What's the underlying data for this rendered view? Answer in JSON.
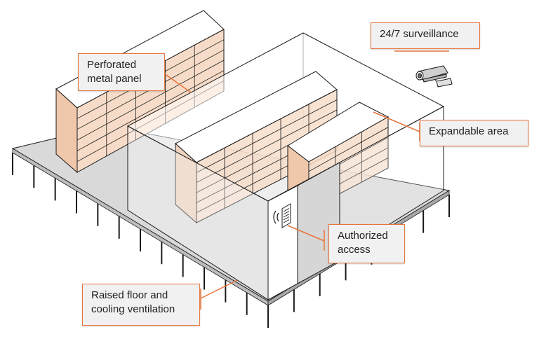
{
  "callouts": {
    "perforated": {
      "line1": "Perforated",
      "line2": "metal panel"
    },
    "surveillance": {
      "line1": "24/7 surveillance"
    },
    "expandable": {
      "line1": "Expandable area"
    },
    "authorized": {
      "line1": "Authorized",
      "line2": "access"
    },
    "raised_floor": {
      "line1": "Raised floor and",
      "line2": "cooling ventilation"
    }
  },
  "colors": {
    "accent": "#e8743b",
    "panel_fill": "#f6dcc8",
    "panel_side": "#efc7aa",
    "floor": "#d9d9d9",
    "door": "#d6d6d6",
    "stroke": "#1a1a1a",
    "callout_bg": "#f1f1f1"
  },
  "icons": [
    "security-camera-icon",
    "access-keypad-icon",
    "wireless-signal-icon"
  ]
}
